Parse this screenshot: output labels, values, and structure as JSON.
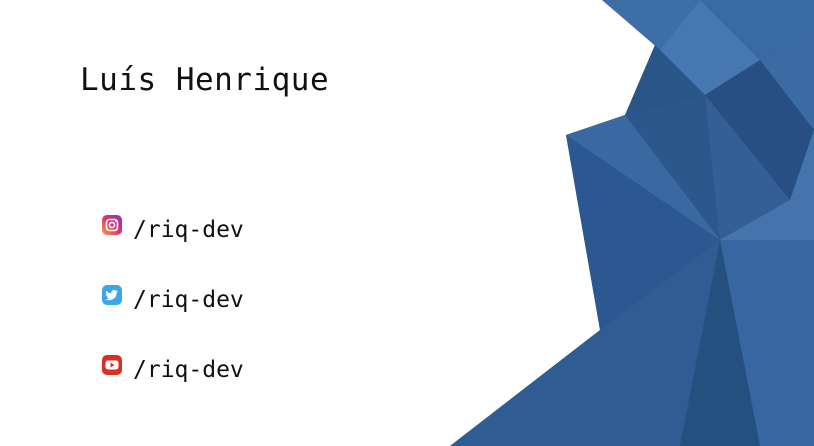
{
  "slide": {
    "title": "Luís Henrique"
  },
  "socials": [
    {
      "network": "instagram",
      "icon": "instagram-icon",
      "handle": "/riq-dev"
    },
    {
      "network": "twitter",
      "icon": "twitter-icon",
      "handle": "/riq-dev"
    },
    {
      "network": "youtube",
      "icon": "youtube-icon",
      "handle": "/riq-dev"
    }
  ],
  "colors": {
    "background": "#ffffff",
    "accent_blue": "#2f5d93",
    "instagram": "#c13584",
    "twitter": "#1da1f2",
    "youtube": "#e52d27"
  }
}
